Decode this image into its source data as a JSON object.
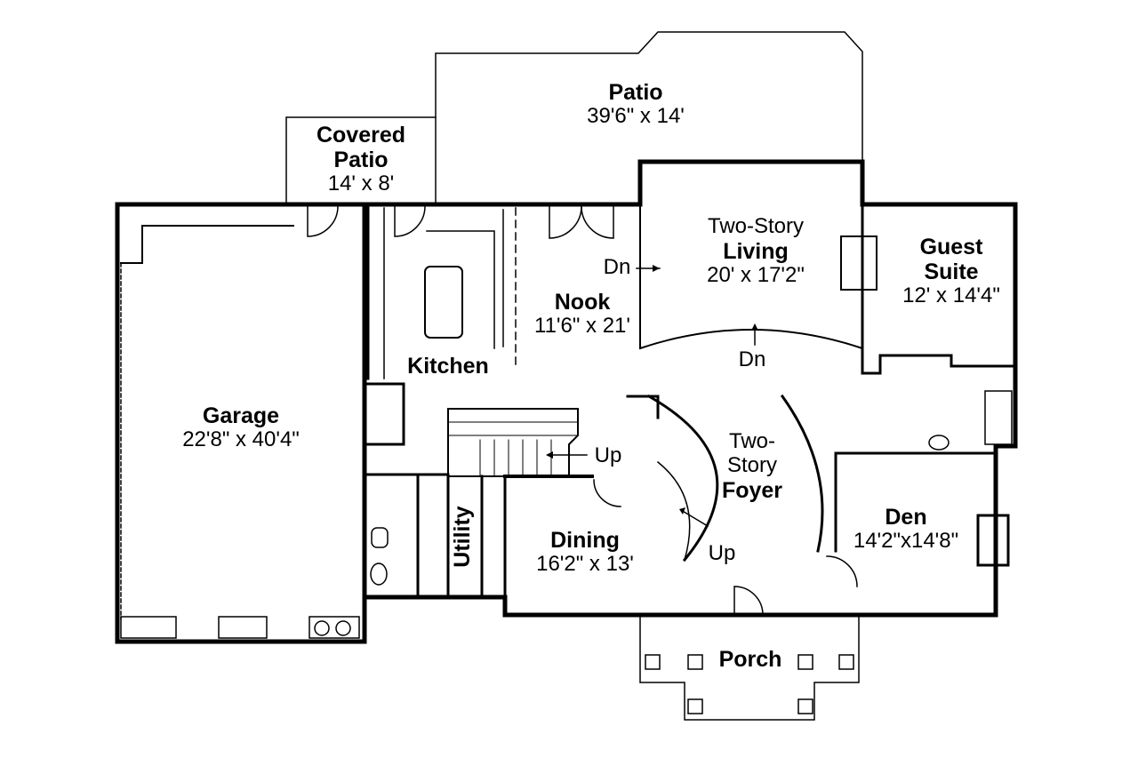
{
  "rooms": {
    "patio": {
      "name": "Patio",
      "dims": "39'6\" x 14'"
    },
    "covered_patio": {
      "name_line1": "Covered",
      "name_line2": "Patio",
      "dims": "14' x 8'"
    },
    "living": {
      "name_line1": "Two-Story",
      "name_line2": "Living",
      "dims": "20' x 17'2\""
    },
    "guest_suite": {
      "name_line1": "Guest",
      "name_line2": "Suite",
      "dims": "12' x 14'4\""
    },
    "nook": {
      "name": "Nook",
      "dims": "11'6\" x 21'"
    },
    "kitchen": {
      "name": "Kitchen"
    },
    "garage": {
      "name": "Garage",
      "dims": "22'8\" x 40'4\""
    },
    "foyer": {
      "name_line1": "Two-",
      "name_line2": "Story",
      "name_line3": "Foyer"
    },
    "den": {
      "name": "Den",
      "dims": "14'2\"x14'8\""
    },
    "dining": {
      "name": "Dining",
      "dims": "16'2\" x 13'"
    },
    "utility": {
      "name": "Utility"
    },
    "porch": {
      "name": "Porch"
    }
  },
  "stair_labels": {
    "dn_nook": "Dn",
    "dn_living": "Dn",
    "up_main": "Up",
    "up_curved": "Up"
  }
}
